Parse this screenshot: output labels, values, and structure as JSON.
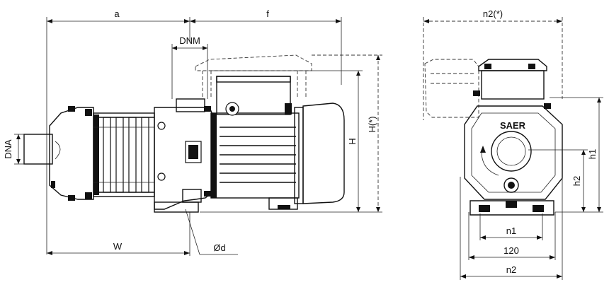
{
  "labels": {
    "a": "a",
    "f": "f",
    "dnm": "DNM",
    "dna": "DNA",
    "h": "H",
    "h_star": "H(*)",
    "w": "W",
    "od": "Ød",
    "n2_star": "n2(*)",
    "h1": "h1",
    "h2": "h2",
    "n1": "n1",
    "dim_120": "120",
    "n2": "n2",
    "brand": "SAER"
  }
}
